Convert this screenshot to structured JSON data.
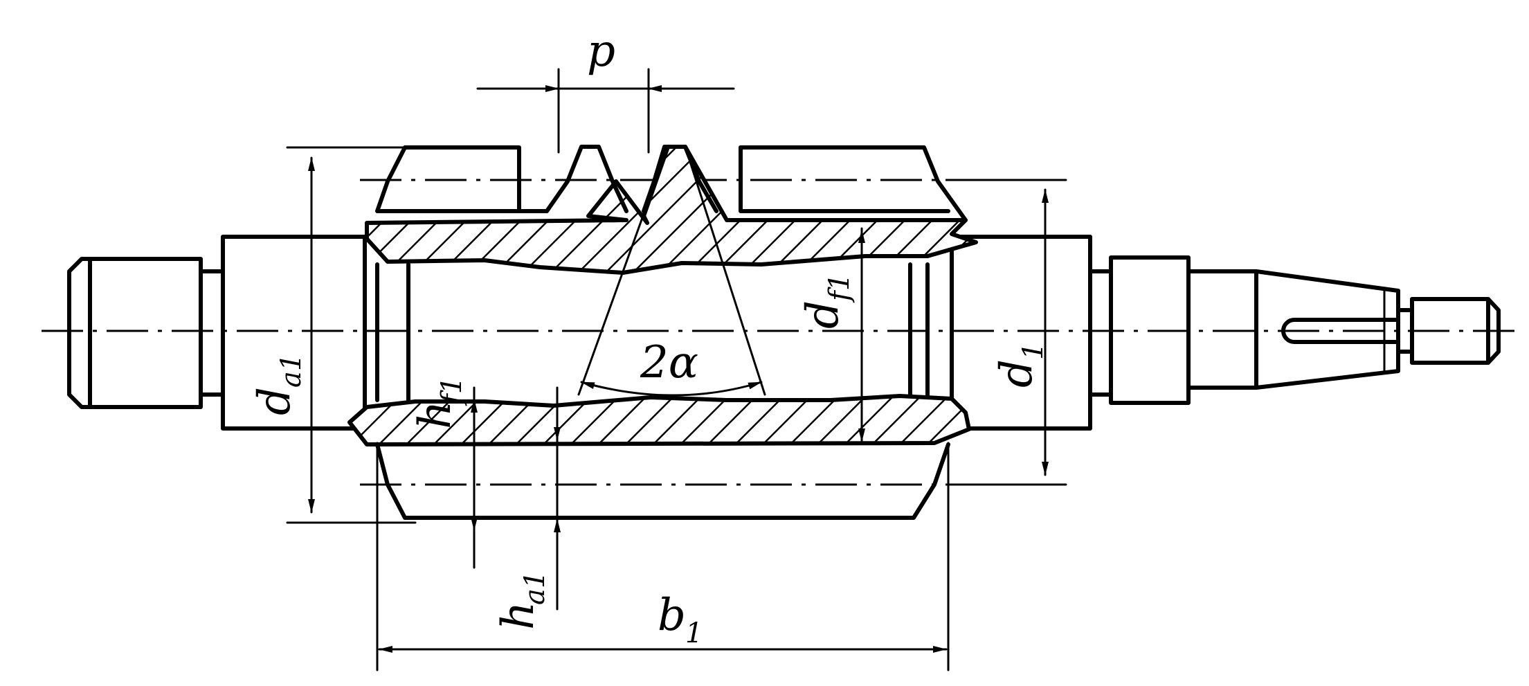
{
  "labels": {
    "pitch": "p",
    "angle": "2α",
    "tip_diameter": "d",
    "tip_diameter_sub": "a1",
    "root_diameter": "d",
    "root_diameter_sub": "f1",
    "reference_diameter": "d",
    "reference_diameter_sub": "1",
    "dedendum": "h",
    "dedendum_sub": "f1",
    "addendum": "h",
    "addendum_sub": "a1",
    "face_width": "b",
    "face_width_sub": "1"
  },
  "colors": {
    "ink": "#000000",
    "paper": "#ffffff"
  }
}
